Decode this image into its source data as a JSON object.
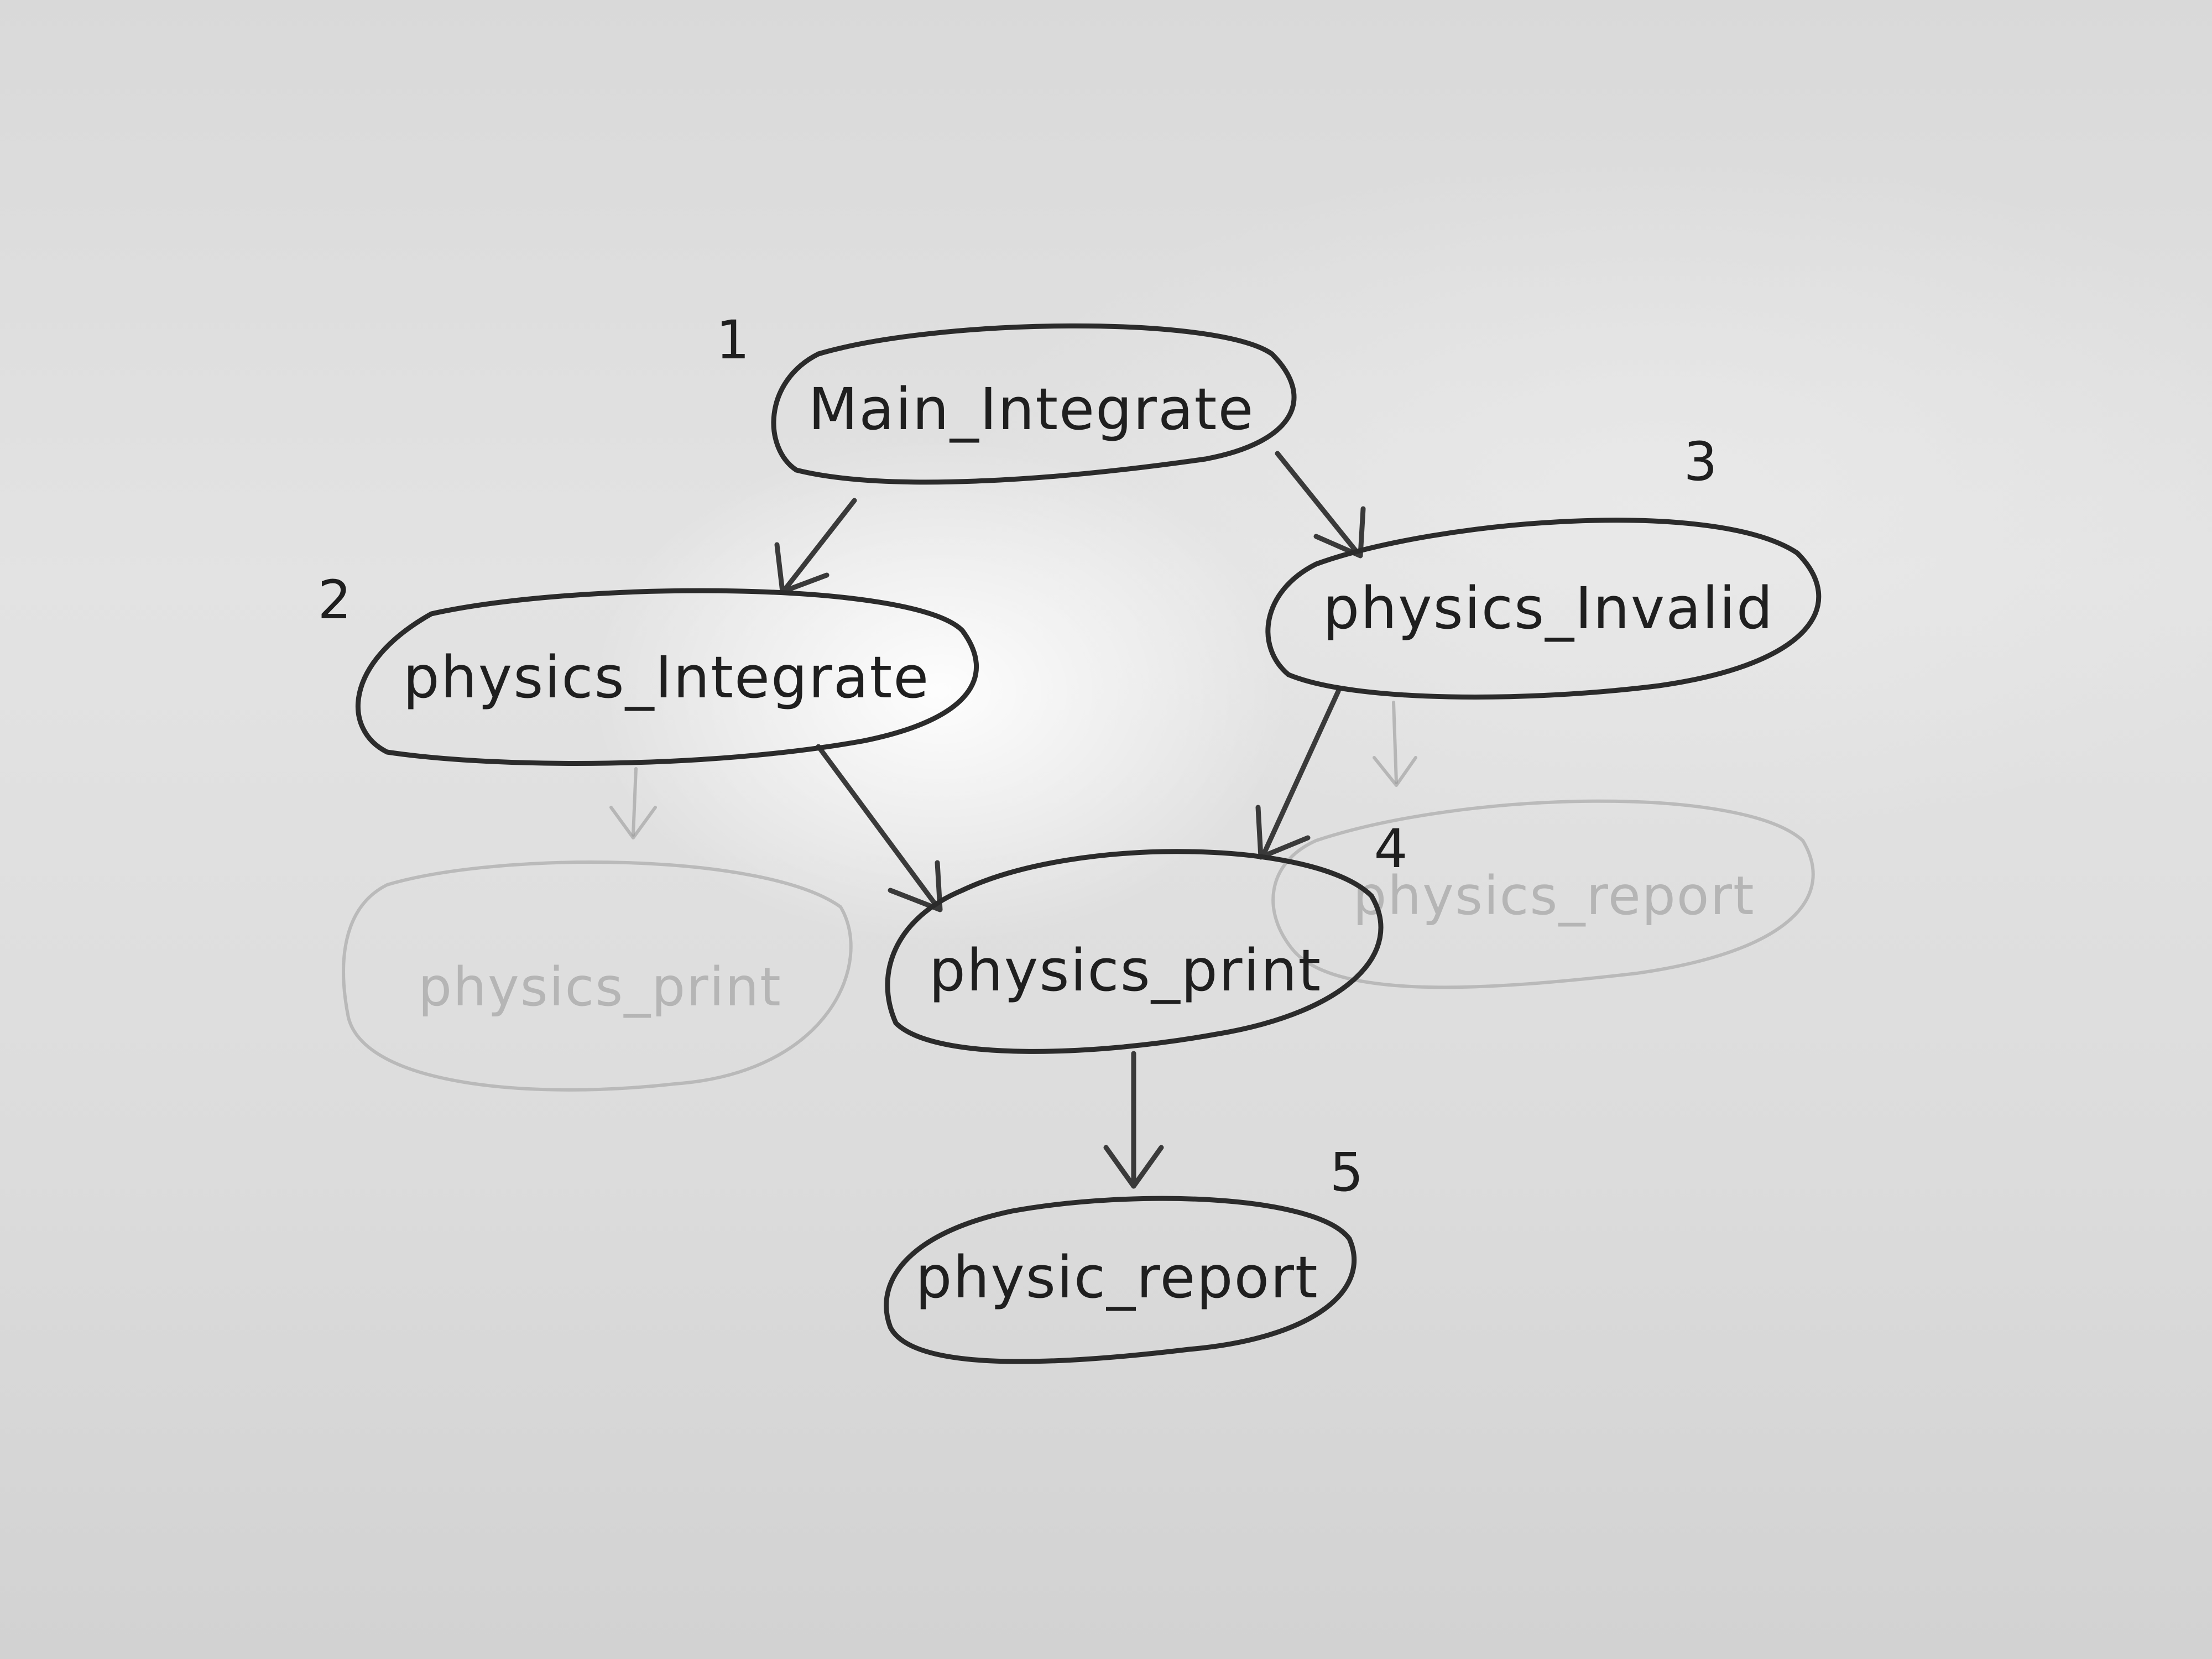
{
  "diagram": {
    "nodes": [
      {
        "id": "main_integrate",
        "label": "Main_Integrate",
        "number": "1"
      },
      {
        "id": "physics_integrate",
        "label": "physics_Integrate",
        "number": "2"
      },
      {
        "id": "physics_invalid",
        "label": "physics_Invalid",
        "number": "3"
      },
      {
        "id": "physics_print",
        "label": "physics_print",
        "number": "4"
      },
      {
        "id": "physic_report",
        "label": "physic_report",
        "number": "5"
      }
    ],
    "faint_nodes": [
      {
        "id": "faint_physics_print",
        "label": "physics_print"
      },
      {
        "id": "faint_physics_report",
        "label": "physics_report"
      }
    ],
    "edges": [
      {
        "from": "main_integrate",
        "to": "physics_integrate"
      },
      {
        "from": "main_integrate",
        "to": "physics_invalid"
      },
      {
        "from": "physics_integrate",
        "to": "physics_print"
      },
      {
        "from": "physics_invalid",
        "to": "physics_print"
      },
      {
        "from": "physics_print",
        "to": "physic_report"
      }
    ],
    "faint_edges": [
      {
        "from": "physics_integrate",
        "to": "faint_physics_print"
      },
      {
        "from": "physics_invalid",
        "to": "faint_physics_report"
      }
    ]
  }
}
